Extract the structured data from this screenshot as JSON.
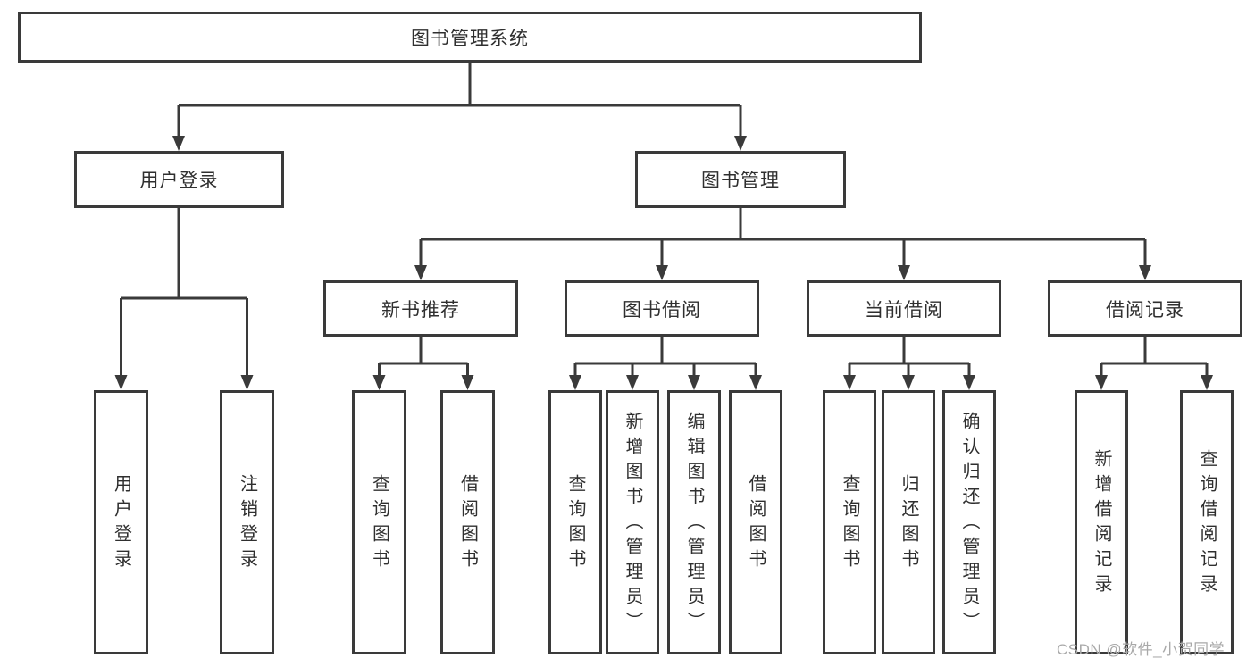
{
  "tree": {
    "label": "图书管理系统",
    "children": [
      {
        "label": "用户登录",
        "children": [
          {
            "label": "用户登录"
          },
          {
            "label": "注销登录"
          }
        ]
      },
      {
        "label": "图书管理",
        "children": [
          {
            "label": "新书推荐",
            "children": [
              {
                "label": "查询图书"
              },
              {
                "label": "借阅图书"
              }
            ]
          },
          {
            "label": "图书借阅",
            "children": [
              {
                "label": "查询图书"
              },
              {
                "label": "新增图书（管理员）"
              },
              {
                "label": "编辑图书（管理员）"
              },
              {
                "label": "借阅图书"
              }
            ]
          },
          {
            "label": "当前借阅",
            "children": [
              {
                "label": "查询图书"
              },
              {
                "label": "归还图书"
              },
              {
                "label": "确认归还（管理员）"
              }
            ]
          },
          {
            "label": "借阅记录",
            "children": [
              {
                "label": "新增借阅记录"
              },
              {
                "label": "查询借阅记录"
              }
            ]
          }
        ]
      }
    ]
  },
  "watermark": {
    "text": "CSDN @软件_小贺同学"
  },
  "colors": {
    "line": "#3a3a3a",
    "text": "#2f2f2f",
    "box_background": "#ffffff",
    "watermark": "#a9a9a9",
    "background": "#ffffff"
  }
}
